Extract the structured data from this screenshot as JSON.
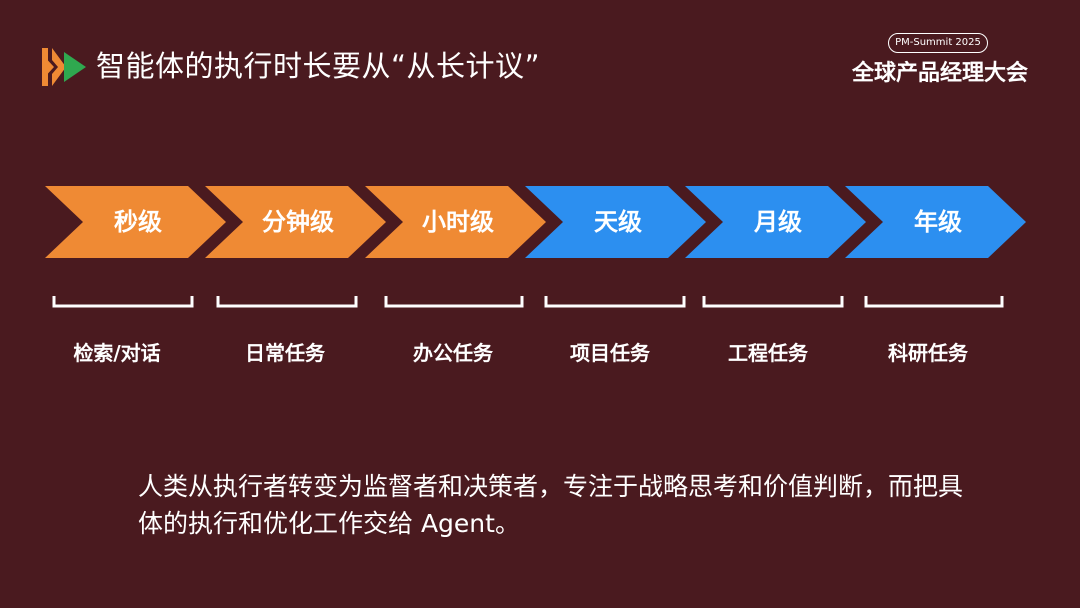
{
  "header": {
    "title": "智能体的执行时长要从“从长计议”",
    "badge": "PM-Summit 2025",
    "conference": "全球产品经理大会"
  },
  "timeline": {
    "stages": [
      {
        "label": "秒级",
        "color": "#ef8a34"
      },
      {
        "label": "分钟级",
        "color": "#ef8a34"
      },
      {
        "label": "小时级",
        "color": "#ef8a34"
      },
      {
        "label": "天级",
        "color": "#2c8ff0"
      },
      {
        "label": "月级",
        "color": "#2c8ff0"
      },
      {
        "label": "年级",
        "color": "#2c8ff0"
      }
    ],
    "tasks": [
      "检索/对话",
      "日常任务",
      "办公任务",
      "项目任务",
      "工程任务",
      "科研任务"
    ]
  },
  "summary": "人类从执行者转变为监督者和决策者，专注于战略思考和价值判断，而把具体的执行和优化工作交给 Agent。",
  "colors": {
    "background": "#4a1a1f",
    "orange": "#ef8a34",
    "blue": "#2c8ff0",
    "green": "#2fa84f"
  }
}
